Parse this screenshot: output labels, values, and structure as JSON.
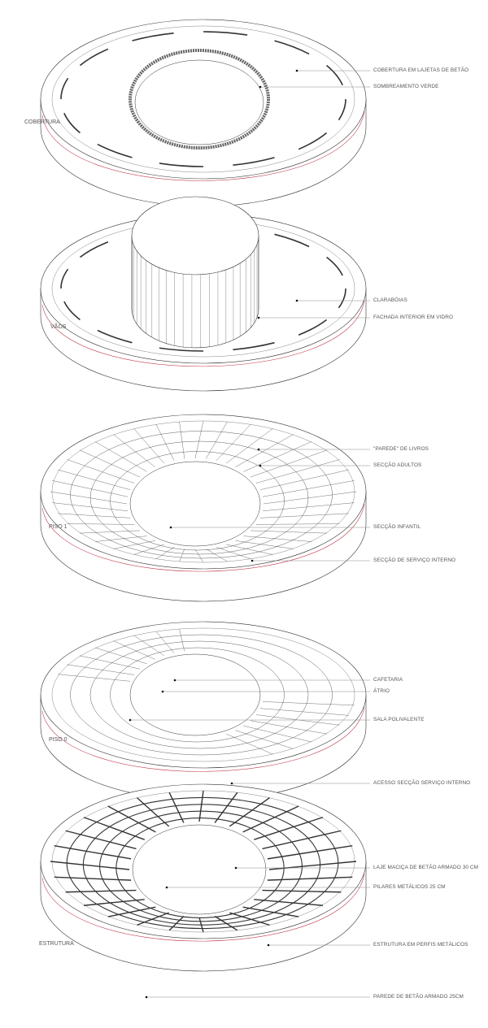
{
  "layers": [
    {
      "name": "COBERTURA",
      "callouts": [
        "COBERTURA EM LAJETAS DE BETÃO",
        "SOMBREAMENTO VERDE"
      ]
    },
    {
      "name": "VÃOS",
      "callouts": [
        "CLARABÓIAS",
        "FACHADA INTERIOR EM VIDRO"
      ]
    },
    {
      "name": "PISO 1",
      "callouts": [
        "\"PAREDE\" DE LIVROS",
        "SECÇÃO ADULTOS",
        "SECÇÃO INFANTIL",
        "SECÇÃO DE SERVIÇO INTERNO"
      ]
    },
    {
      "name": "PISO 0",
      "callouts": [
        "CAFETARIA",
        "ÁTRIO",
        "SALA POLIVALENTE",
        "ACESSO SECÇÃO SERVIÇO INTERNO"
      ]
    },
    {
      "name": "ESTRUTURA",
      "callouts": [
        "LAJE MACIÇA DE BETÃO ARMADO 30 CM",
        "PILARES METÁLICOS 25 CM",
        "ESTRUTURA EM PERFIS METÁLICOS",
        "PAREDE DE BETÃO ARMADO 25CM"
      ]
    }
  ],
  "colors": {
    "line": "#333333",
    "outline_red": "#c0394b",
    "leader": "#888888",
    "text": "#555555"
  }
}
